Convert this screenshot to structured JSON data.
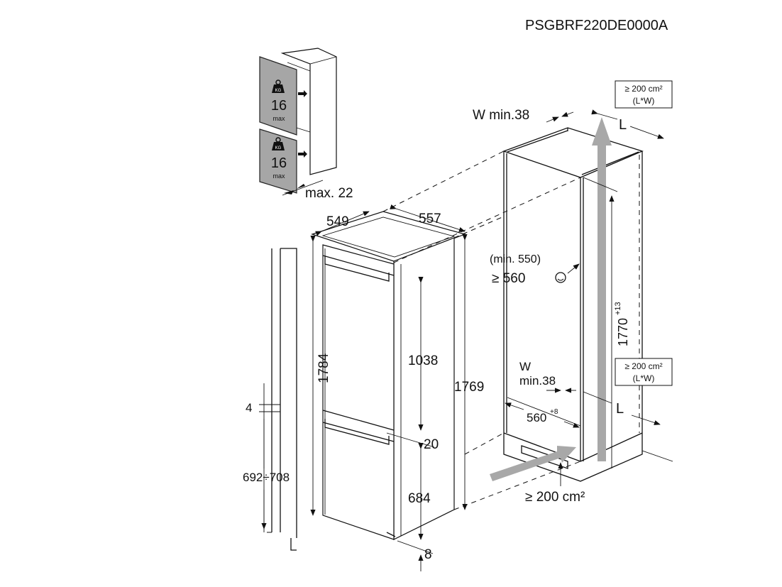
{
  "model_code": "PSGBRF220DE0000A",
  "door_weight": {
    "unit": "KG",
    "value": "16",
    "suffix": "max"
  },
  "labels": {
    "max_door_thickness": "max. 22",
    "depth": "549",
    "width": "557",
    "height_total": "1784",
    "height_body": "1769",
    "upper_door": "1038",
    "gap_middle": "20",
    "lower_door": "684",
    "gap_bottom": "8",
    "door_gap": "4",
    "lower_door_range": "692÷708",
    "w_min_top": "W min.38",
    "l_top": "L",
    "vent_area_top_1": "≥ 200 cm²",
    "vent_area_top_2": "(L*W)",
    "niche_depth_min": "(min. 550)",
    "niche_depth": "≥ 560",
    "niche_height": "1770",
    "niche_height_tol": "+13",
    "w_bottom_1": "W",
    "w_bottom_2": "min.38",
    "vent_area_mid_1": "≥ 200 cm²",
    "vent_area_mid_2": "(L*W)",
    "niche_width": "560",
    "niche_width_tol": "+8",
    "l_bottom": "L",
    "vent_area_bottom": "≥ 200 cm²"
  }
}
